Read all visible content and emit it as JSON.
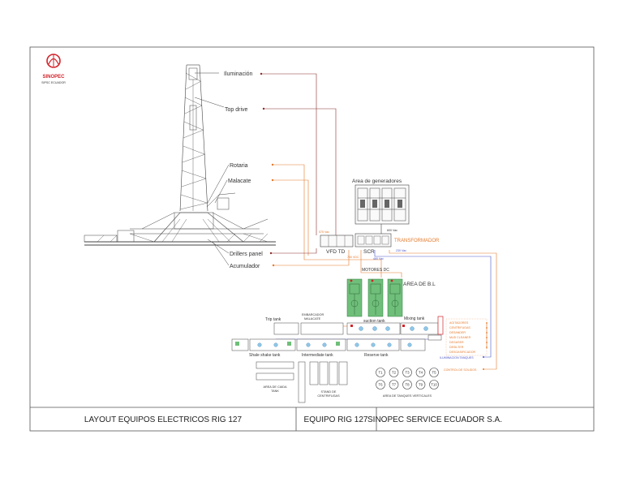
{
  "brand": {
    "name": "SINOPEC",
    "sub": "SIPSC ECUADOR",
    "red": "#d2232a"
  },
  "colors": {
    "orange": "#e57a2c",
    "brown": "#8b2f2f",
    "blue": "#4a55c8",
    "ink": "#333333",
    "green": "#3a9a4a"
  },
  "callouts": {
    "iluminacion": "Iluminación",
    "top_drive": "Top drive",
    "rotaria": "Rotaria",
    "malacate": "Malacate",
    "drillers_panel": "Drillers panel",
    "acumulador": "Acumulador"
  },
  "generators": {
    "title": "Area de generadores",
    "v600": "600 Vac",
    "v230": "230 Vac"
  },
  "power": {
    "transformador": "TRANSFORMADOR",
    "scr": "SCR",
    "vfd": "VFD TD",
    "v575": "575 Vac",
    "v750": "750 VDC",
    "v480": "480 Vac"
  },
  "motors": {
    "title": "MOTORES DC",
    "area": "AREA DE B.L"
  },
  "tanks": {
    "trip": "Trip tank",
    "embarcador": "EMBARCADOR\nMALACATE",
    "suction": "suction tank",
    "mixing": "Mixing tank",
    "shale": "Shale shake tank",
    "intermediate": "Intermediate tank",
    "reserve": "Reserve tank"
  },
  "equipment_list": [
    "AGITADORES",
    "CENTRIFUGAS",
    "DESANDER",
    "MUD CLEANER",
    "DEGASER",
    "DESILTER",
    "DESGASIFICADOR"
  ],
  "lighting": {
    "tanques": "ILUMINACION TANQUES",
    "solidos": "CONTROL DE SOLIDOS"
  },
  "lower": {
    "area_caida": "AREA DE CAIDA",
    "area_caida_2": "TANK",
    "stand": "STAND DE",
    "stand_2": "CENTRIFUGAS",
    "vertical_tanks_title": "AREA DE TANQUES VERTICALES",
    "vertical_tanks": [
      "T1",
      "T2",
      "T3",
      "T4",
      "T5",
      "T6",
      "T7",
      "T8",
      "T9",
      "T10"
    ]
  },
  "title_block": {
    "layout": "LAYOUT EQUIPOS ELECTRICOS RIG 127",
    "equipo": "EQUIPO RIG 127",
    "company": "SINOPEC SERVICE ECUADOR S.A."
  }
}
